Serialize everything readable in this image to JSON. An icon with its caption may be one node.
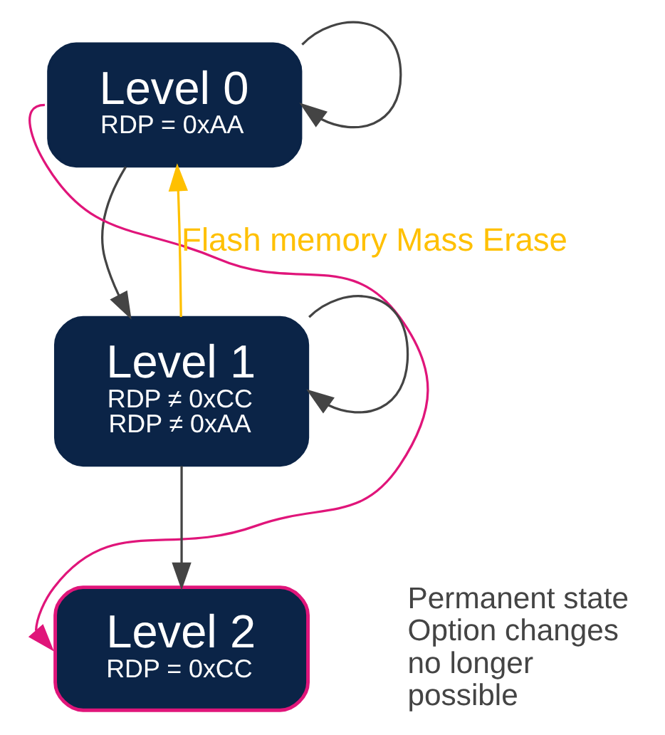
{
  "diagram": {
    "nodes": [
      {
        "text": [
          "Level 0",
          "RDP = 0xAA"
        ]
      },
      {
        "text": [
          "Level 1",
          "RDP ≠ 0xCC RDP ≠ 0xAA"
        ]
      },
      {
        "text": [
          "Level 2",
          "RDP = 0xCC"
        ],
        "beside": [
          "Permanent state Option changes no longer possible"
        ]
      }
    ],
    "edges": [
      {
        "from": 0,
        "to": 0,
        "arrow": "to"
      },
      {
        "from": 0,
        "to": 1,
        "arrow": "to"
      },
      {
        "from": 1,
        "to": 0,
        "arrow": "to",
        "label": "Flash memory Mass Erase",
        "color": "#ffc000"
      },
      {
        "from": 1,
        "to": 1,
        "arrow": "to"
      },
      {
        "from": 1,
        "to": 2,
        "arrow": "to"
      },
      {
        "from": 0,
        "to": 2,
        "arrow": "to",
        "color": "#e0157a"
      }
    ]
  }
}
